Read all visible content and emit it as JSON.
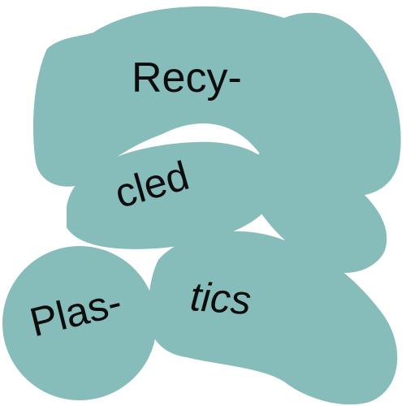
{
  "colors": {
    "blob_fill": "#86bcb9",
    "text": "#0d0d0d",
    "background": "#ffffff"
  },
  "words": {
    "recy": "Recy-",
    "cled": "cled",
    "plas": "Plas-",
    "tics": "tics"
  }
}
